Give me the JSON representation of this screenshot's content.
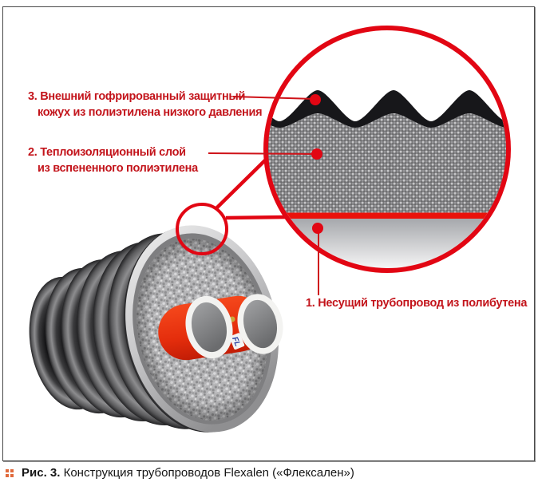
{
  "figure": {
    "callouts": {
      "outer_jacket": {
        "line1": "3. Внешний гофрированный защитный",
        "line2": "кожух из полиэтилена низкого давления"
      },
      "insulation": {
        "line1": "2. Теплоизоляционный слой",
        "line2": "из вспененного полиэтилена"
      },
      "carrier_pipe": {
        "line1": "1. Несущий трубопровод из полибутена"
      }
    },
    "photo": {
      "logo_text": "FL"
    },
    "caption": {
      "prefix": "Рис. 3.",
      "text": "Конструкция трубопроводов Flexalen («Флексален»)"
    },
    "colors": {
      "accent_red": "#e20613",
      "label_red": "#c3141b",
      "layer_black": "#17171a",
      "insulation_gray": "#9a9a9c",
      "pipe_red": "#e63a12",
      "caption_marker_orange": "#e06a3c"
    }
  }
}
